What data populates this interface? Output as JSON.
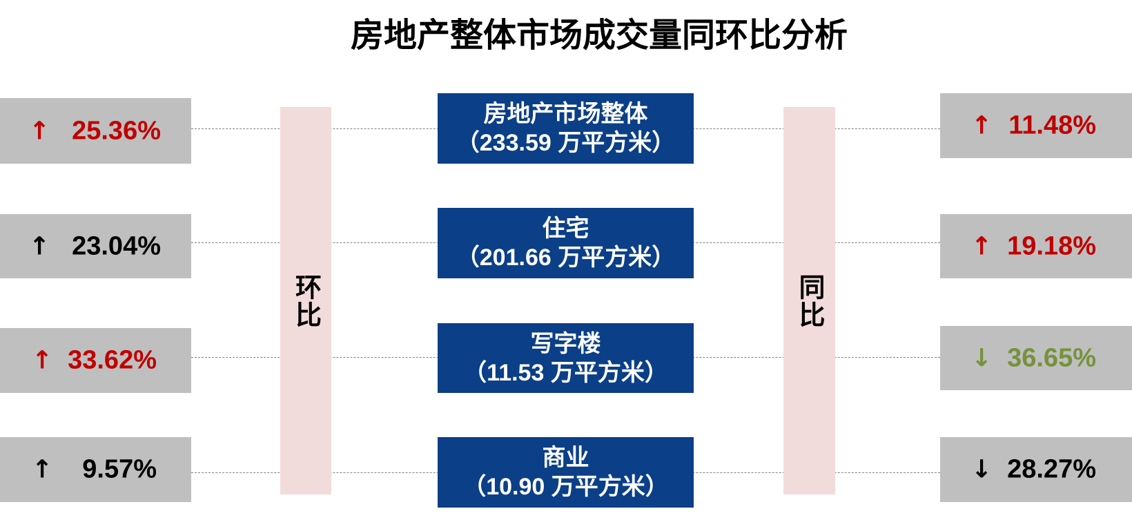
{
  "title": "房地产整体市场成交量同环比分析",
  "labels": {
    "mom": "环比",
    "yoy": "同比"
  },
  "colors": {
    "up_highlight": "#c00000",
    "down_highlight": "#76923c",
    "neutral": "#000000",
    "category_box": "#0b3f87",
    "value_box": "#bfbfbf",
    "label_bar": "#f2dcdb"
  },
  "rows": [
    {
      "name": "房地产市场整体",
      "volume": "（233.59 万平方米）",
      "mom": {
        "arrow": "↑",
        "value": "25.36%",
        "color": "#c00000"
      },
      "yoy": {
        "arrow": "↑",
        "value": "11.48%",
        "color": "#c00000"
      }
    },
    {
      "name": "住宅",
      "volume": "（201.66 万平方米）",
      "mom": {
        "arrow": "↑",
        "value": "23.04%",
        "color": "#000000"
      },
      "yoy": {
        "arrow": "↑",
        "value": "19.18%",
        "color": "#c00000"
      }
    },
    {
      "name": "写字楼",
      "volume": "（11.53 万平方米）",
      "mom": {
        "arrow": "↑",
        "value": "33.62%",
        "color": "#c00000"
      },
      "yoy": {
        "arrow": "↓",
        "value": "36.65%",
        "color": "#76923c"
      }
    },
    {
      "name": "商业",
      "volume": "（10.90 万平方米）",
      "mom": {
        "arrow": "↑",
        "value": "9.57%",
        "color": "#000000"
      },
      "yoy": {
        "arrow": "↓",
        "value": "28.27%",
        "color": "#000000"
      }
    }
  ]
}
